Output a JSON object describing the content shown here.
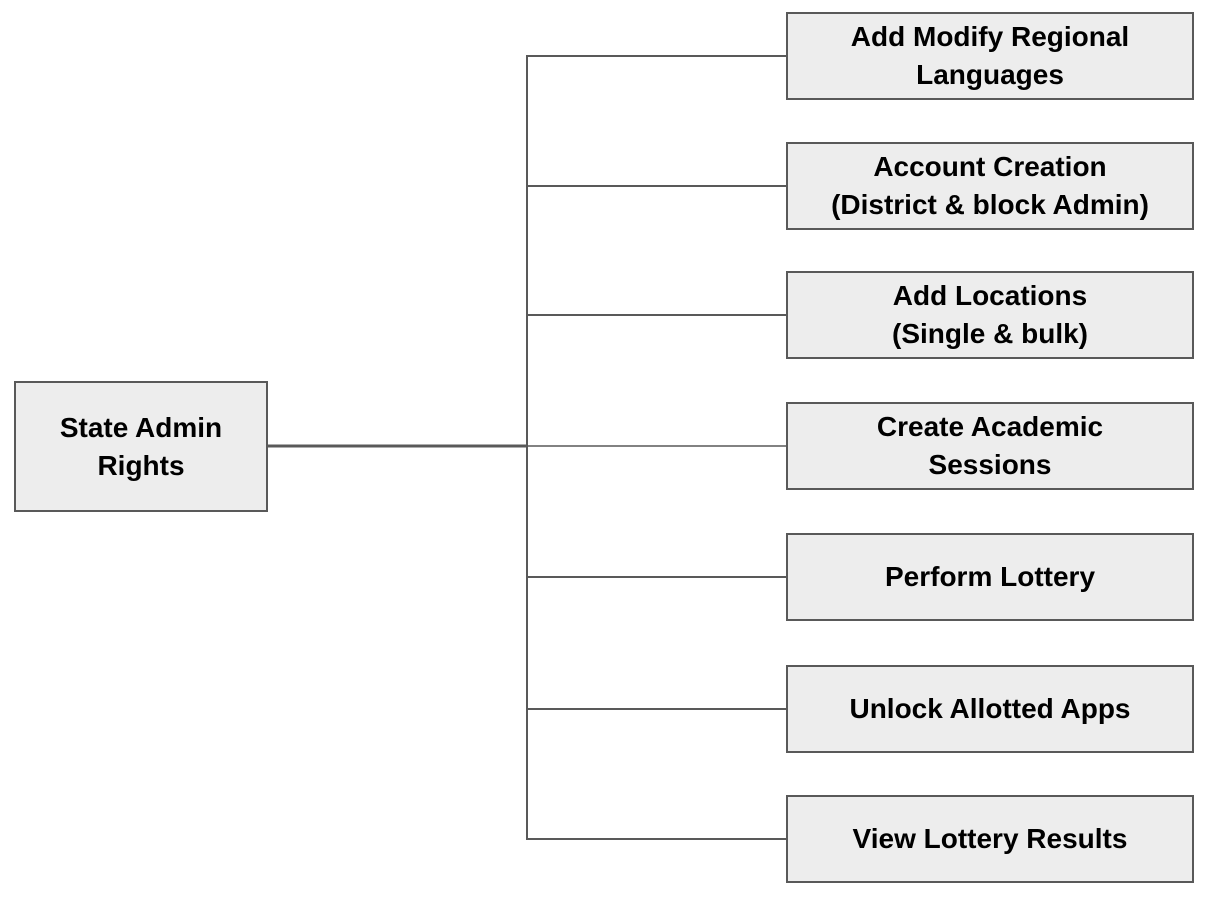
{
  "diagram": {
    "title": "State Admin Rights diagram",
    "colors": {
      "box_fill": "#ededed",
      "box_border": "#595959",
      "line": "#595959",
      "text": "#000000",
      "bg": "#ffffff"
    },
    "root": {
      "label": "State Admin\nRights"
    },
    "children": [
      {
        "label": "Add Modify Regional\nLanguages"
      },
      {
        "label": "Account Creation\n(District & block Admin)"
      },
      {
        "label": "Add Locations\n(Single & bulk)"
      },
      {
        "label": "Create Academic\nSessions"
      },
      {
        "label": "Perform Lottery"
      },
      {
        "label": "Unlock Allotted Apps"
      },
      {
        "label": "View Lottery Results"
      }
    ]
  }
}
